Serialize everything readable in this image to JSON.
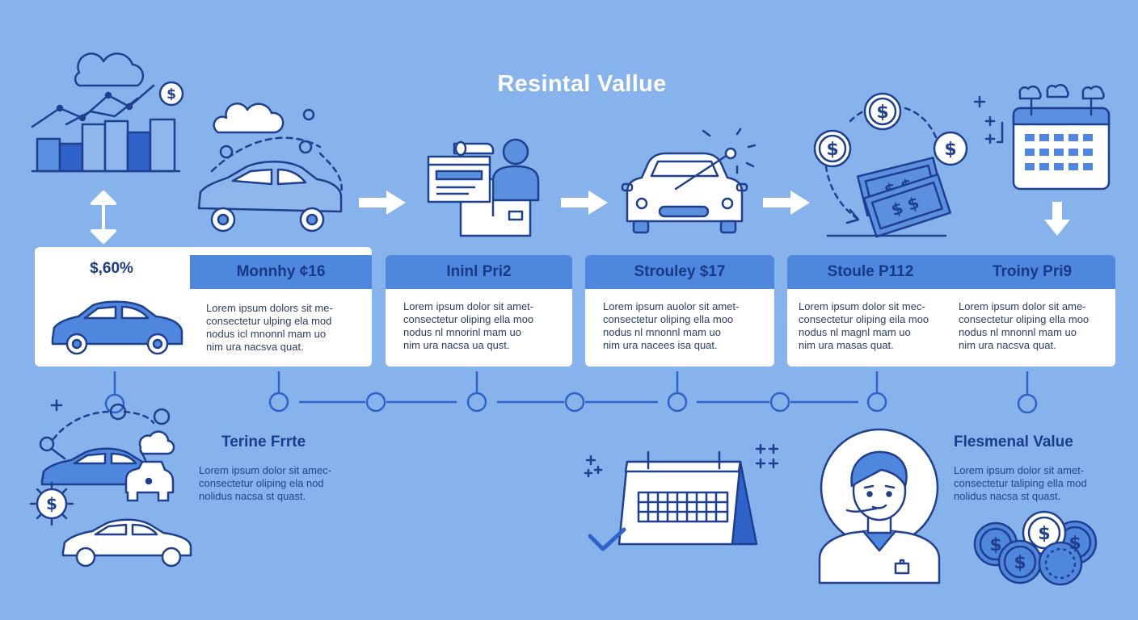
{
  "title": "Resintal Vallue",
  "cards": [
    {
      "value": "$,60%",
      "heading": "Monnhy ¢16",
      "text": [
        "Lorem ipsum dolors sit me-",
        "consectetur ulping ela mod",
        "nodus icl mnonnl mam uo",
        "nim ura nacsva quat."
      ]
    },
    {
      "heading": "Ininl Pri2",
      "text": [
        "Lorem ipsum dolor sit amet-",
        "consectetur oliping ella moo",
        "nodus nl mnorinl mam uo",
        "nim ura nacsa ua qust."
      ]
    },
    {
      "heading": "Strouley $17",
      "text": [
        "Lorem ipsum auolor sit amet-",
        "consectetur oliping ella moo",
        "nodus nl mnonnl mam uo",
        "nim ura nacees isa quat."
      ]
    },
    {
      "heading": "Stoule P112",
      "text": [
        "Lorem ipsum dolor sit mec-",
        "consectetur oliping eila moo",
        "nodus nl magnl mam uo",
        "nim ura masas quat."
      ]
    },
    {
      "heading": "Troiny Pri9",
      "text": [
        "Lorem ipsum dolor sit ame-",
        "consectetur oliping ella moo",
        "nodus nl mnonnl mam uo",
        "nim ura nacsva quat."
      ]
    }
  ],
  "lower_left": {
    "title": "Terine Frrte",
    "text": [
      "Lorem ipsum dolor sit amec-",
      "consectetur oliping ela nod",
      "nolidus nacsa st quast."
    ]
  },
  "lower_right": {
    "title": "Flesmenal Value",
    "text": [
      "Lorem ipsum dolor sit amet-",
      "consectetur taliping ella mod",
      "nolidus nacsa st quast."
    ]
  },
  "colors": {
    "background": "#86b3ec",
    "card_header": "#4f86de",
    "accent": "#2f63c9",
    "outline": "#1f3f8f"
  }
}
